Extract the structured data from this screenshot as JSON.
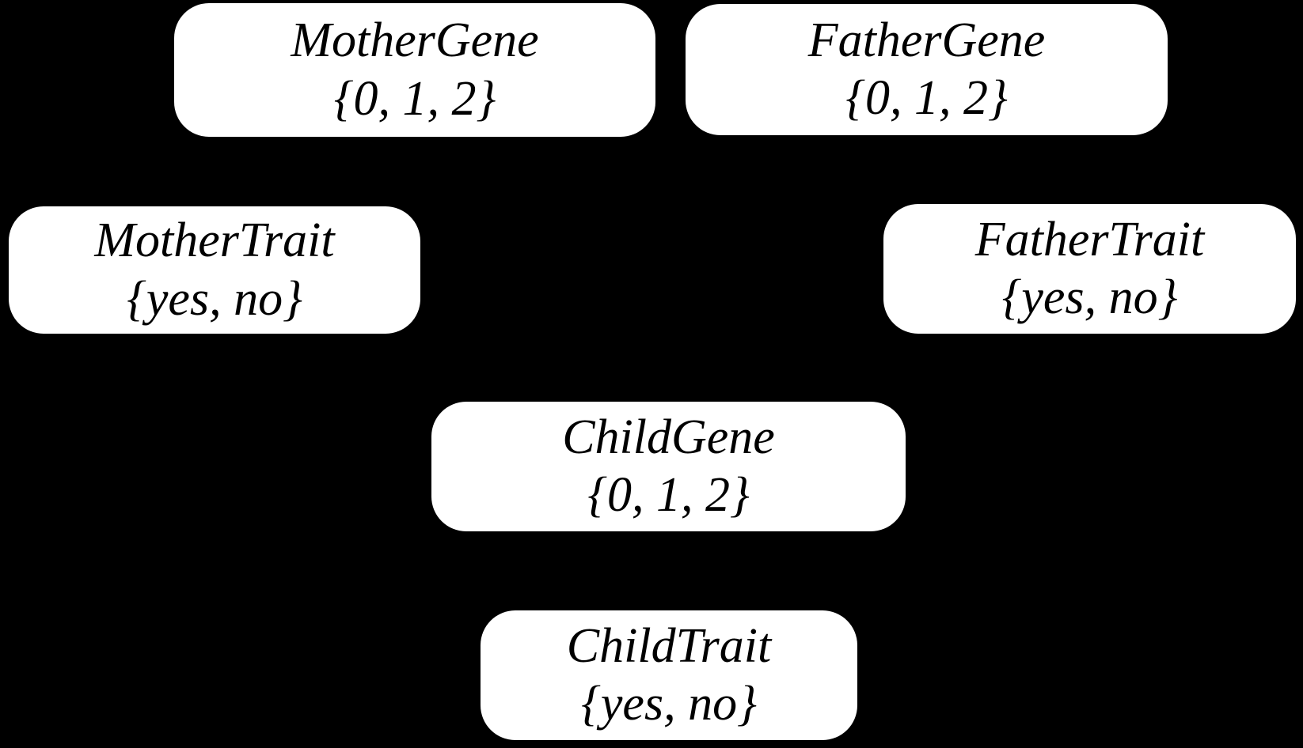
{
  "diagram": {
    "type": "bayesian-network",
    "background_color": "#000000",
    "node_fill_color": "#ffffff",
    "node_text_color": "#000000",
    "nodes": [
      {
        "id": "mother-gene",
        "label": "MotherGene",
        "values": "{0, 1, 2}"
      },
      {
        "id": "father-gene",
        "label": "FatherGene",
        "values": "{0, 1, 2}"
      },
      {
        "id": "mother-trait",
        "label": "MotherTrait",
        "values": "{yes, no}"
      },
      {
        "id": "father-trait",
        "label": "FatherTrait",
        "values": "{yes, no}"
      },
      {
        "id": "child-gene",
        "label": "ChildGene",
        "values": "{0, 1, 2}"
      },
      {
        "id": "child-trait",
        "label": "ChildTrait",
        "values": "{yes, no}"
      }
    ]
  }
}
